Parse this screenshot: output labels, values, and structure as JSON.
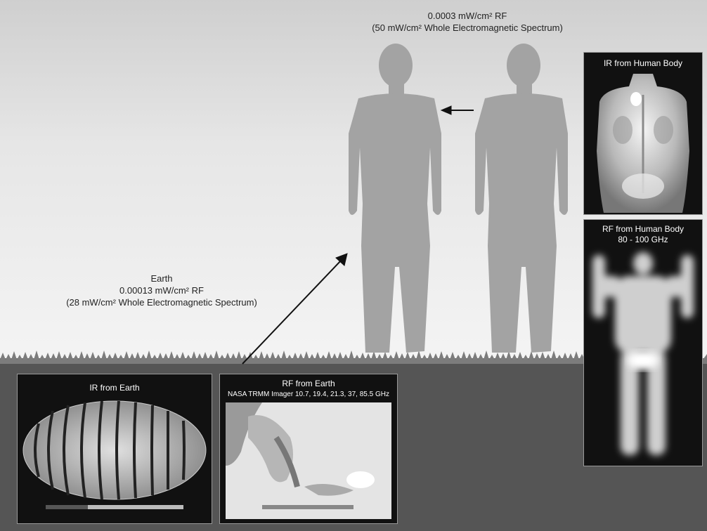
{
  "top_label": {
    "line1": "0.0003 mW/cm² RF",
    "line2": "(50 mW/cm² Whole Electromagnetic Spectrum)"
  },
  "earth_label": {
    "line1": "Earth",
    "line2": "0.00013 mW/cm² RF",
    "line3": "(28 mW/cm² Whole Electromagnetic Spectrum)"
  },
  "panels": {
    "ir_body": {
      "title": "IR from Human Body"
    },
    "rf_body": {
      "title_line1": "RF from Human Body",
      "title_line2": "80 - 100 GHz"
    },
    "ir_earth": {
      "title": "IR from Earth"
    },
    "rf_earth": {
      "title": "RF from Earth",
      "subtitle": "NASA TRMM Imager 10.7, 19.4, 21.3, 37, 85.5 GHz"
    }
  }
}
